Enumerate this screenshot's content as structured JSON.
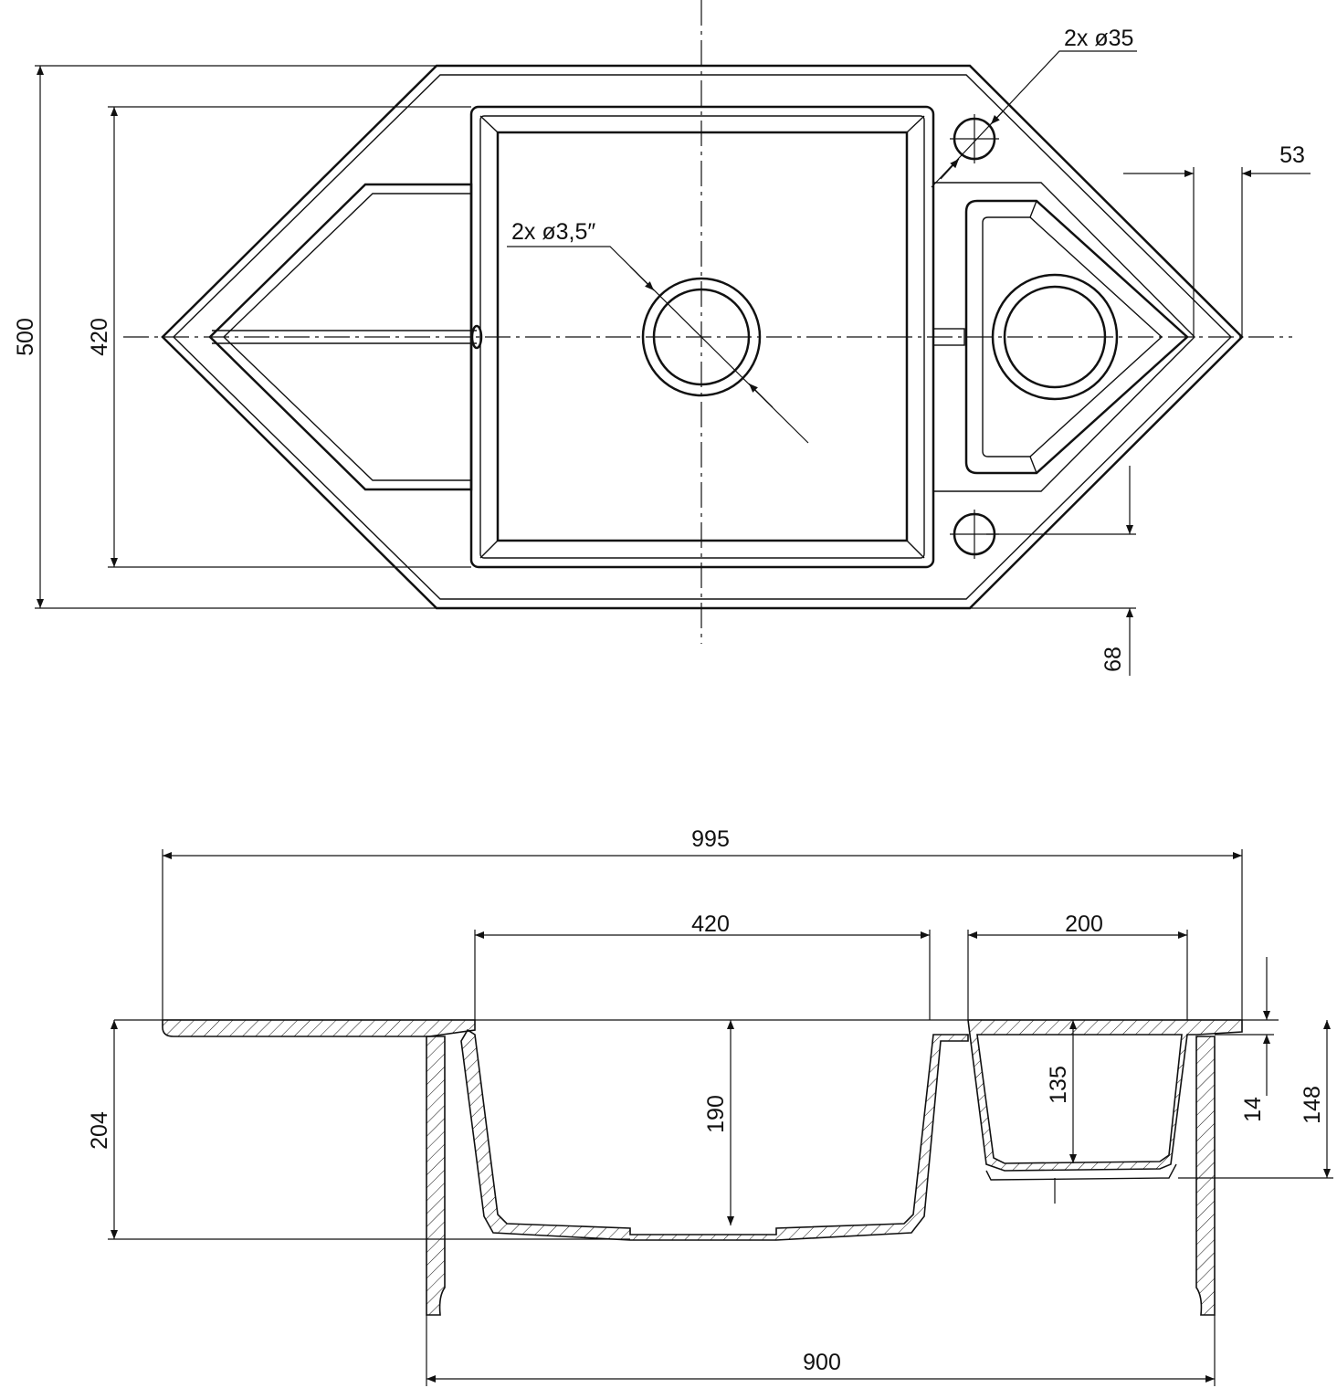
{
  "top_view": {
    "tap_holes_label": "2x ø35",
    "waste_label": "2x ø3,5″",
    "dim_overall_depth": "500",
    "dim_bowl_depth": "420",
    "dim_tip_offset": "53",
    "dim_hole_offset": "68"
  },
  "section_view": {
    "dim_overall_width": "995",
    "dim_main_bowl_width": "420",
    "dim_small_bowl_width": "200",
    "dim_total_height": "204",
    "dim_main_bowl_depth": "190",
    "dim_small_bowl_depth": "135",
    "dim_rim_thickness": "14",
    "dim_small_total": "148",
    "dim_cabinet_width": "900"
  }
}
